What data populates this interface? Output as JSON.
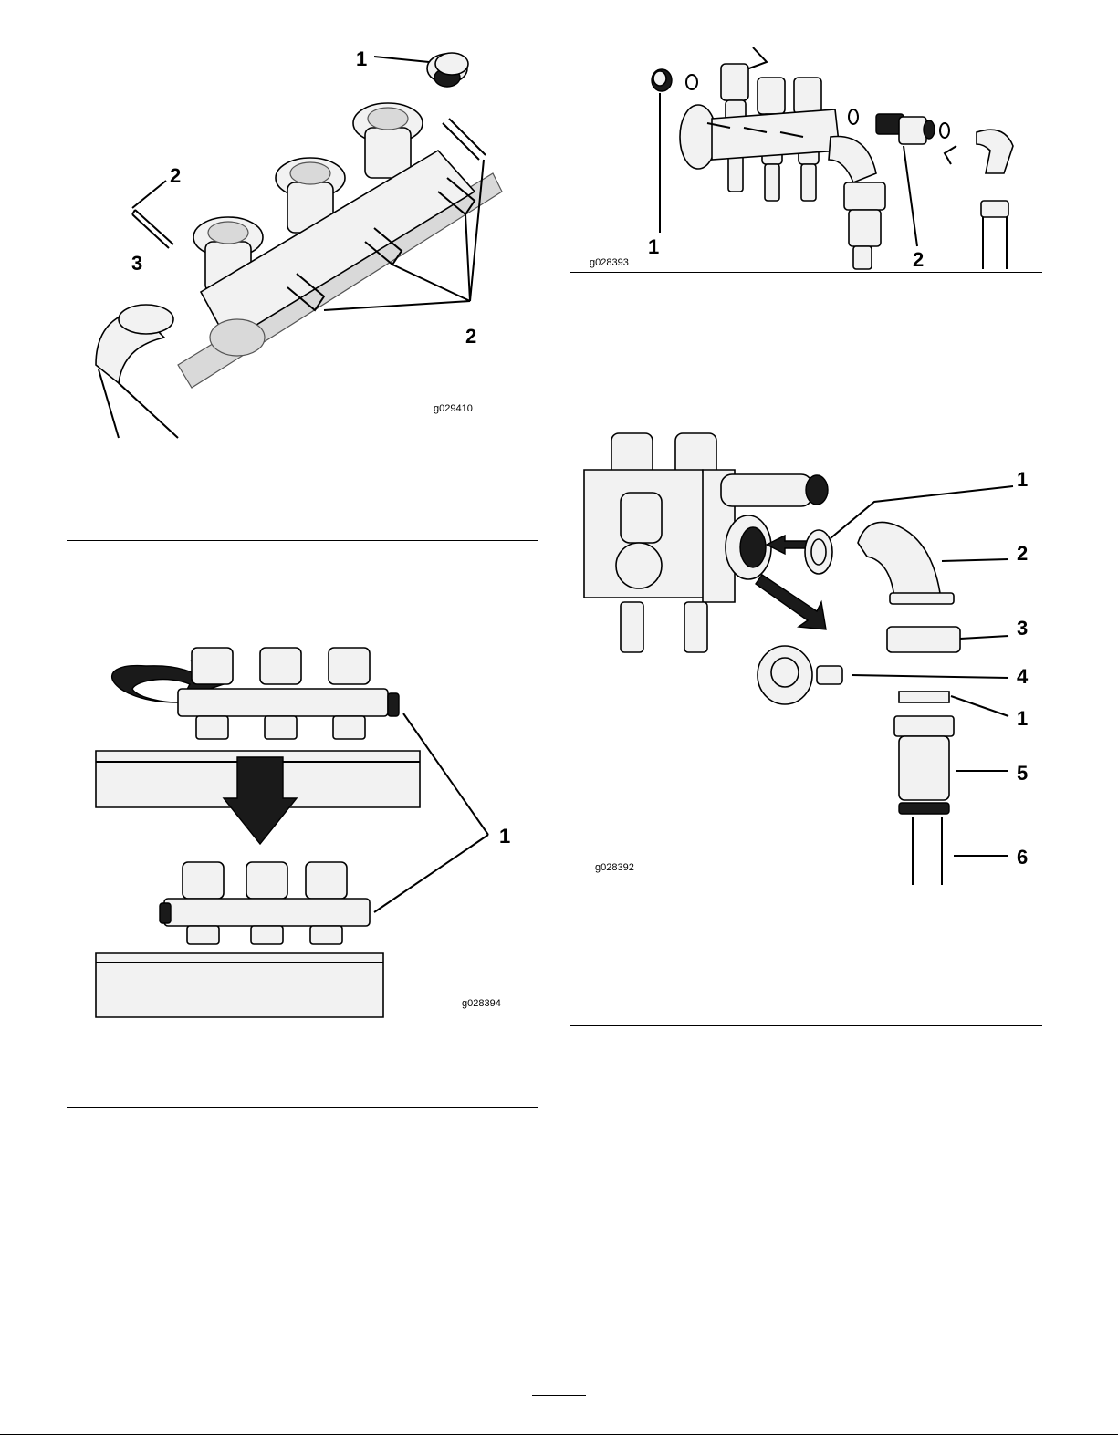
{
  "figures": [
    {
      "id": "g029410",
      "callouts": [
        "1",
        "2",
        "3",
        "2"
      ]
    },
    {
      "id": "g028393",
      "callouts": [
        "1",
        "2"
      ]
    },
    {
      "id": "g028394",
      "callouts": [
        "1"
      ]
    },
    {
      "id": "g028392",
      "callouts": [
        "1",
        "2",
        "3",
        "4",
        "1",
        "5",
        "6"
      ]
    }
  ]
}
